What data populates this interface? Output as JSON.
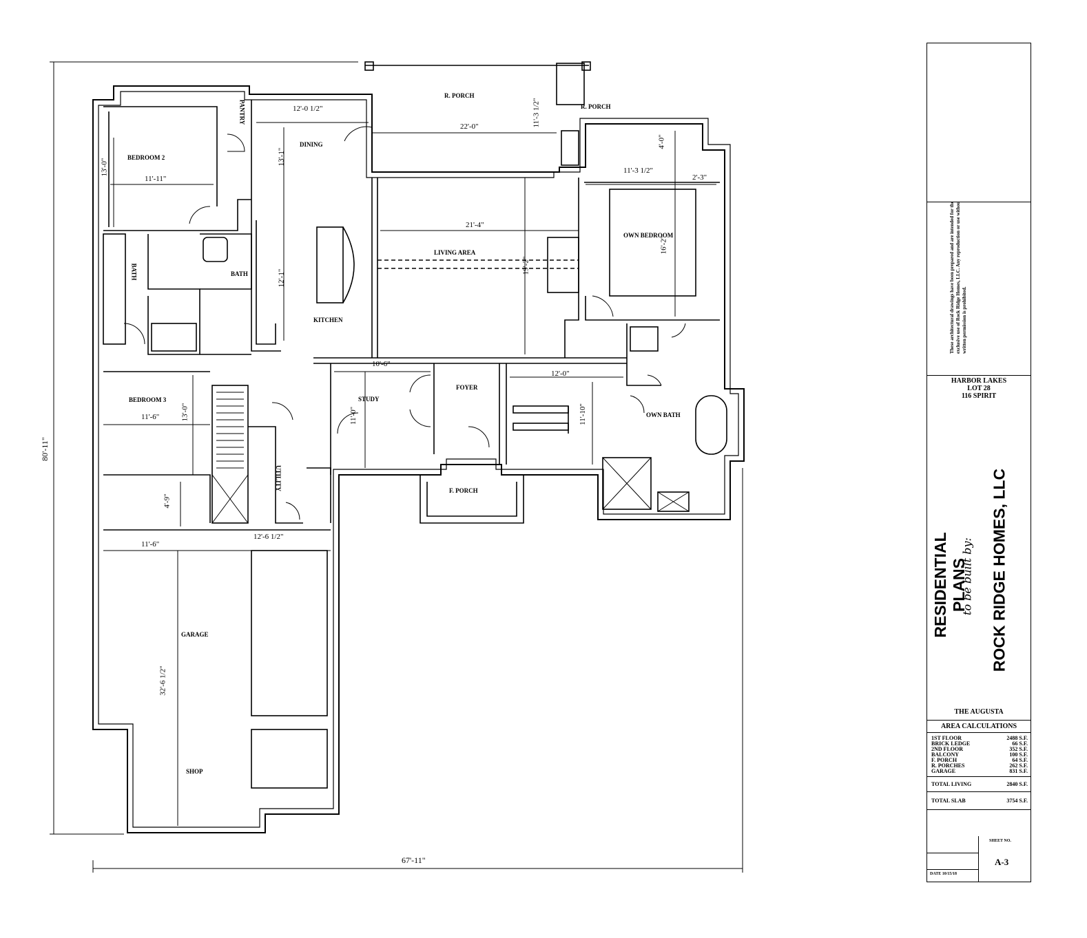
{
  "plan": {
    "rooms": {
      "bedroom2": "BEDROOM 2",
      "bedroom3": "BEDROOM 3",
      "master_bath_upper": "BATH",
      "hall_bath": "BATH",
      "dining": "DINING",
      "kitchen": "KITCHEN",
      "living": "LIVING AREA",
      "owner_bedroom": "OWN BEDROOM",
      "owner_bath": "OWN BATH",
      "study": "STUDY",
      "foyer": "FOYER",
      "f_porch": "F. PORCH",
      "r_porch": "R. PORCH",
      "garage": "GARAGE",
      "shop": "SHOP",
      "utility": "UTILITY",
      "pantry": "PANTRY",
      "r_porch_small": "R. PORCH"
    },
    "dims": {
      "overall_width": "67'-11\"",
      "overall_depth": "80'-11\"",
      "dining_w": "12'-0 1/2\"",
      "dining_d": "13'-1\"",
      "kitchen_d": "12'-1\"",
      "r_porch_w": "22'-0\"",
      "r_porch_d": "11'-3 1/2\"",
      "bed2_w": "11'-11\"",
      "bed2_d": "13'-0\"",
      "living_w": "21'-4\"",
      "living_d": "19'-2\"",
      "own_bed_w": "11'-3 1/2\"",
      "own_bed_d": "16'-2\"",
      "own_sm_w": "4'-0\"",
      "own_sm_d": "2'-3\"",
      "study_w": "10'-6\"",
      "study_d": "11'-0\"",
      "hall_w": "12'-0\"",
      "hall_d": "11'-10\"",
      "bed3_w": "11'-6\"",
      "bed3_d": "13'-0\"",
      "garage_hall": "4'-9\"",
      "garage_w1": "11'-6\"",
      "garage_w2": "12'-6 1/2\"",
      "garage_d": "32'-6 1/2\""
    }
  },
  "title_block": {
    "notes_text": "These architectural drawings have been prepared and are intended for the exclusive use of Rock Ridge Homes, LLC. Any reproduction or use without written permission is prohibited.",
    "project_line1": "HARBOR LAKES",
    "project_line2": "LOT 28",
    "project_line3": "116 SPIRIT",
    "title": "RESIDENTIAL PLANS",
    "subtitle": "to be built by:",
    "builder": "ROCK RIDGE HOMES, LLC",
    "plan_name": "THE AUGUSTA",
    "area_header": "AREA CALCULATIONS",
    "areas": [
      {
        "label": "1ST FLOOR",
        "value": "2488 S.F."
      },
      {
        "label": "BRICK LEDGE",
        "value": "66 S.F."
      },
      {
        "label": "2ND FLOOR",
        "value": "352 S.F."
      },
      {
        "label": "BALCONY",
        "value": "100 S.F."
      },
      {
        "label": "F. PORCH",
        "value": "64 S.F."
      },
      {
        "label": "R. PORCHES",
        "value": "262 S.F."
      },
      {
        "label": "GARAGE",
        "value": "831 S.F."
      }
    ],
    "total_living_label": "TOTAL LIVING",
    "total_living_value": "2840 S.F.",
    "total_slab_label": "TOTAL SLAB",
    "total_slab_value": "3754 S.F.",
    "sheet_no_label": "SHEET NO.",
    "sheet_no": "A-3",
    "date": "DATE 10/15/18"
  }
}
